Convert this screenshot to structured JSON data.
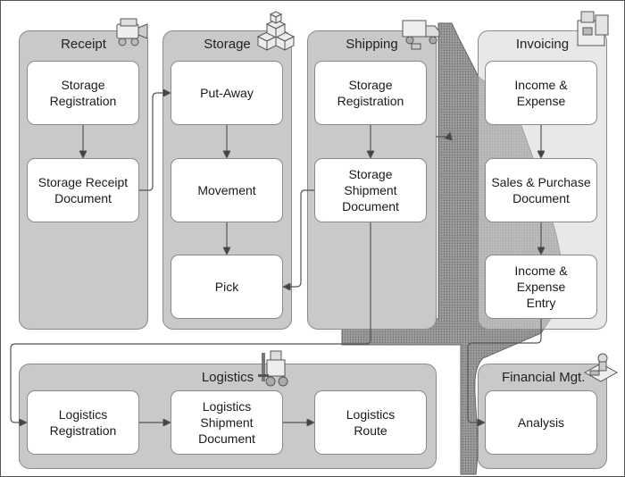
{
  "colors": {
    "panel_fill": "#c9c9c9",
    "panel_border": "#8a8a8a",
    "node_fill": "#ffffff",
    "connector": "#555555",
    "band": "#8c8c8c"
  },
  "panels": {
    "receipt": {
      "title": "Receipt",
      "icon": "scanner-icon"
    },
    "storage": {
      "title": "Storage",
      "icon": "boxes-icon"
    },
    "shipping": {
      "title": "Shipping",
      "icon": "truck-icon"
    },
    "invoicing": {
      "title": "Invoicing",
      "icon": "cash-register-icon"
    },
    "logistics": {
      "title": "Logistics",
      "icon": "forklift-icon"
    },
    "financial": {
      "title": "Financial Mgt.",
      "icon": "accounting-icon"
    }
  },
  "nodes": {
    "receipt_registration": "Storage\nRegistration",
    "receipt_document": "Storage Receipt\nDocument",
    "putaway": "Put-Away",
    "movement": "Movement",
    "pick": "Pick",
    "shipping_registration": "Storage\nRegistration",
    "shipment_document": "Storage\nShipment\nDocument",
    "income_expense": "Income & Expense",
    "sales_purchase": "Sales & Purchase\nDocument",
    "income_expense_entry": "Income & Expense\nEntry",
    "logistics_registration": "Logistics\nRegistration",
    "logistics_shipment": "Logistics Shipment\nDocument",
    "logistics_route": "Logistics\nRoute",
    "analysis": "Analysis"
  }
}
